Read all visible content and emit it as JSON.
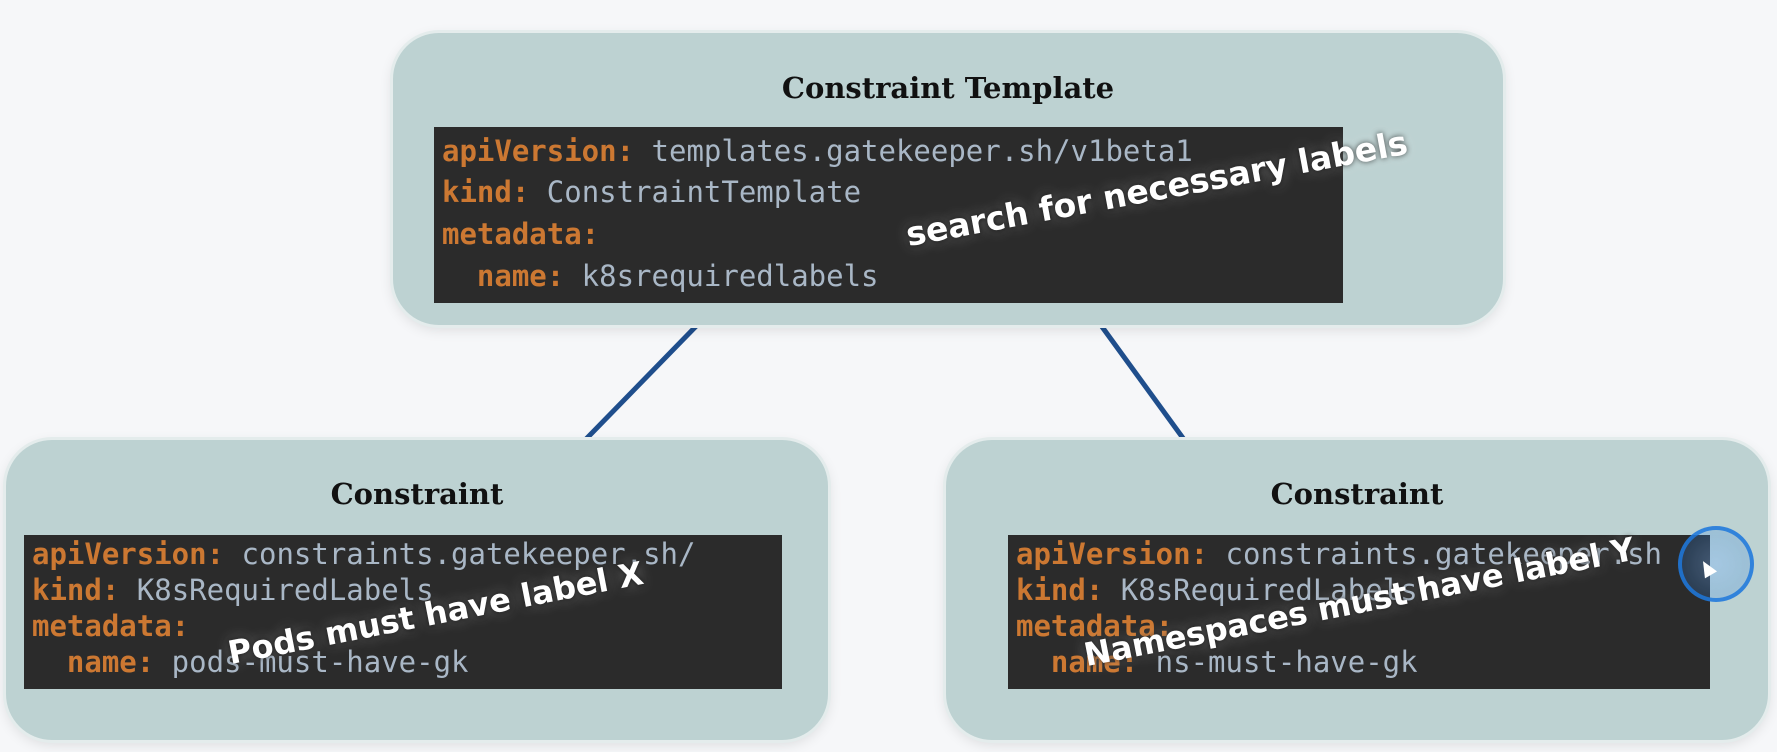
{
  "template": {
    "title": "Constraint Template",
    "lines": [
      {
        "key": "apiVersion:",
        "value": " templates.gatekeeper.sh/v1beta1"
      },
      {
        "key": "kind:",
        "value": " ConstraintTemplate"
      },
      {
        "key": "metadata:",
        "value": ""
      },
      {
        "key": "  name:",
        "value": " k8srequiredlabels"
      }
    ],
    "overlay": "search for necessary labels"
  },
  "constraint_left": {
    "title": "Constraint",
    "lines": [
      {
        "key": "apiVersion:",
        "value": " constraints.gatekeeper.sh/"
      },
      {
        "key": "kind:",
        "value": " K8sRequiredLabels"
      },
      {
        "key": "metadata:",
        "value": ""
      },
      {
        "key": "  name:",
        "value": " pods-must-have-gk"
      }
    ],
    "overlay": "Pods must have label X"
  },
  "constraint_right": {
    "title": "Constraint",
    "lines": [
      {
        "key": "apiVersion:",
        "value": " constraints.gatekeeper.sh"
      },
      {
        "key": "kind:",
        "value": " K8sRequiredLabels"
      },
      {
        "key": "metadata:",
        "value": ""
      },
      {
        "key": "  name:",
        "value": " ns-must-have-gk"
      }
    ],
    "overlay": "Namespaces must have label Y"
  },
  "colors": {
    "card_bg": "#bdd2d2",
    "code_bg": "#2b2b2b",
    "code_key": "#cc7832",
    "code_value": "#a9b7c6",
    "arrow": "#1f4e8c"
  }
}
